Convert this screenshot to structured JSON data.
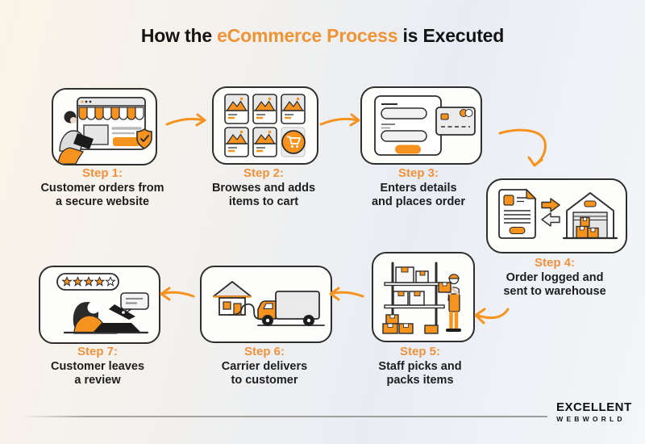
{
  "title": {
    "prefix": "How the ",
    "highlight": "eCommerce Process",
    "suffix": " is Executed"
  },
  "colors": {
    "accent_orange": "#F6921E",
    "step_label_orange": "#F0913C",
    "text_dark": "#1D1D1D",
    "outline_dark": "#2E2E2E",
    "gray_fill": "#E7E7E7"
  },
  "steps": [
    {
      "label": "Step 1:",
      "lines": [
        "Customer orders from",
        "a secure website"
      ],
      "icon": "secure-storefront"
    },
    {
      "label": "Step 2:",
      "lines": [
        "Browses and adds",
        "items to cart"
      ],
      "icon": "product-grid-cart"
    },
    {
      "label": "Step 3:",
      "lines": [
        "Enters details",
        "and places order"
      ],
      "icon": "checkout-form-credit-card"
    },
    {
      "label": "Step 4:",
      "lines": [
        "Order logged and",
        "sent to warehouse"
      ],
      "icon": "order-document-warehouse"
    },
    {
      "label": "Step 5:",
      "lines": [
        "Staff picks and",
        "packs items"
      ],
      "icon": "warehouse-shelf-picker"
    },
    {
      "label": "Step 6:",
      "lines": [
        "Carrier delivers",
        "to customer"
      ],
      "icon": "delivery-truck-house"
    },
    {
      "label": "Step 7:",
      "lines": [
        "Customer leaves",
        "a review"
      ],
      "icon": "customer-review-stars"
    }
  ],
  "footer": {
    "brand_line1": "EXCELLENT",
    "brand_line2": "WEBWORLD"
  }
}
